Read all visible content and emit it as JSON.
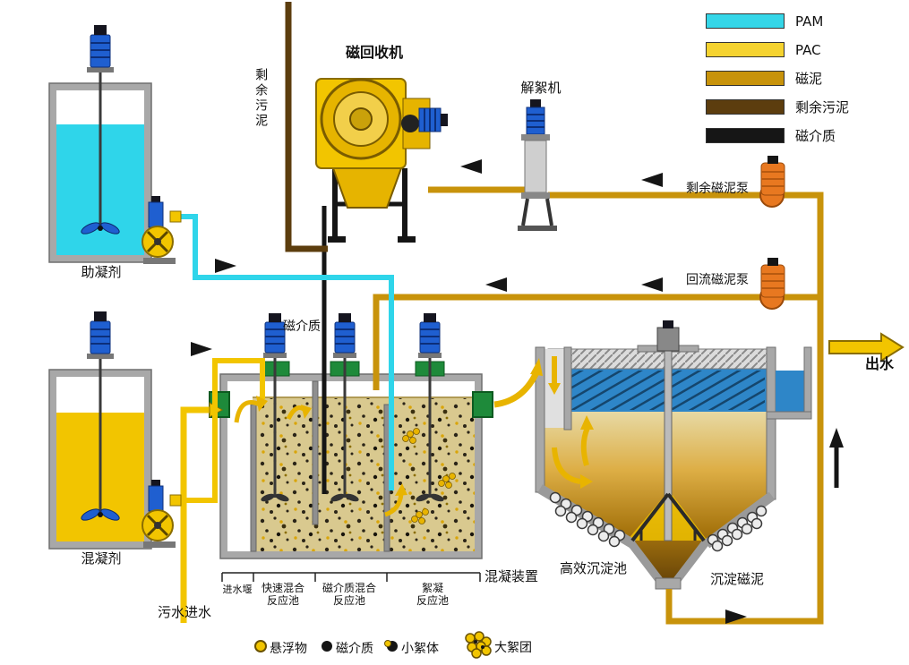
{
  "legend": {
    "items": [
      {
        "name": "pam",
        "label": "PAM",
        "color": "#35d6e8"
      },
      {
        "name": "pac",
        "label": "PAC",
        "color": "#f5d330"
      },
      {
        "name": "magnetic-sludge",
        "label": "磁泥",
        "color": "#c8930b"
      },
      {
        "name": "residual-sludge",
        "label": "剩余污泥",
        "color": "#5c3d0e"
      },
      {
        "name": "magnetic-media",
        "label": "磁介质",
        "color": "#161616"
      }
    ]
  },
  "equipment": {
    "magnetic_recovery_machine": "磁回收机",
    "deflocculator": "解絮机",
    "coagulant_aid_tank": "助凝剂",
    "coagulant_tank": "混凝剂",
    "residual_magnetic_sludge_pump": "剩余磁泥泵",
    "return_magnetic_sludge_pump": "回流磁泥泵",
    "coagulation_unit": "混凝装置",
    "sedimentation_tank": "高效沉淀池"
  },
  "streams": {
    "residual_sludge": "剩余污泥",
    "magnetic_media_feed": "磁介质",
    "wastewater_inflow": "污水进水",
    "outflow": "出水",
    "settled_magnetic_sludge": "沉淀磁泥"
  },
  "basins": {
    "inlet_weir": "进水堰",
    "rapid_mixing": "快速混合\n反应池",
    "magnetic_media_mixing": "磁介质混合\n反应池",
    "flocculation": "絮凝\n反应池"
  },
  "particle_legend": {
    "items": [
      {
        "name": "suspended-solids",
        "label": "悬浮物"
      },
      {
        "name": "magnetic-media",
        "label": "磁介质"
      },
      {
        "name": "small-floc",
        "label": "小絮体"
      },
      {
        "name": "large-floc",
        "label": "大絮团"
      }
    ]
  }
}
